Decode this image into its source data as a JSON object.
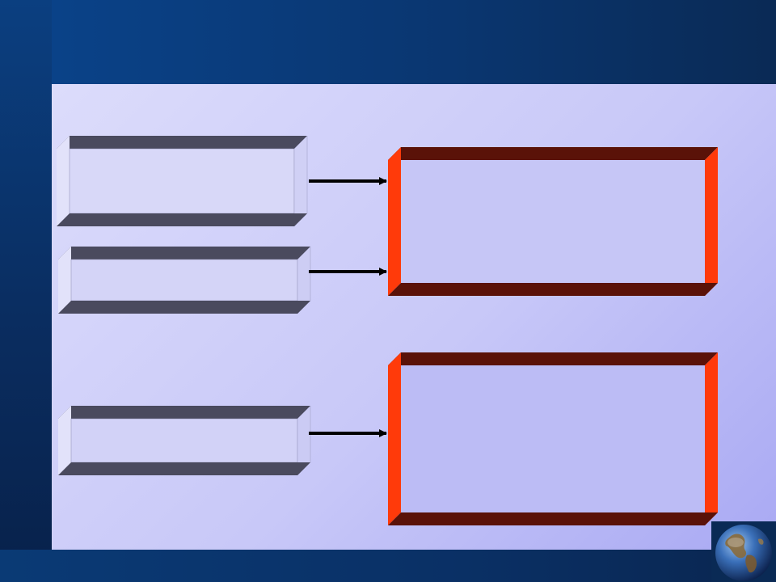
{
  "slide": {
    "title": "",
    "background_colors": {
      "frame_dark": "#08214a",
      "frame_light": "#0b3f80",
      "content_light": "#dcdcfb",
      "content_dark": "#a9a9f3"
    }
  },
  "diagram": {
    "boxes_left": [
      {
        "id": "left-box-1",
        "text": ""
      },
      {
        "id": "left-box-2",
        "text": ""
      },
      {
        "id": "left-box-3",
        "text": ""
      }
    ],
    "boxes_right": [
      {
        "id": "right-box-1",
        "text": ""
      },
      {
        "id": "right-box-2",
        "text": ""
      }
    ],
    "arrows": [
      {
        "from": "left-box-1",
        "to": "right-box-1"
      },
      {
        "from": "left-box-2",
        "to": "right-box-1"
      },
      {
        "from": "left-box-3",
        "to": "right-box-2"
      }
    ],
    "colors": {
      "left_box_edge": "#4a4a5e",
      "right_box_edge_dark": "#5a1208",
      "right_box_edge_bright": "#ff3a0a",
      "arrow": "#000000"
    }
  },
  "logo": {
    "icon": "globe-icon"
  }
}
